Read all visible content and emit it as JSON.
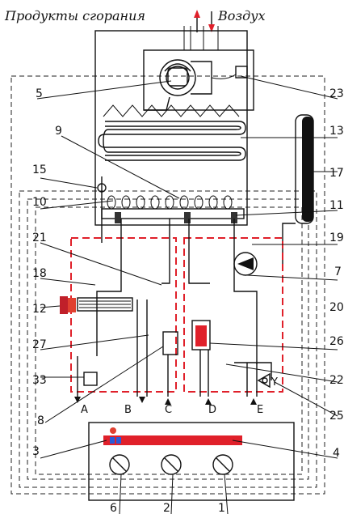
{
  "header": {
    "left": "Продукты сгорания",
    "right": "Воздух"
  },
  "parts": {
    "p5": "5",
    "p23": "23",
    "p9": "9",
    "p13": "13",
    "p15": "15",
    "p17": "17",
    "p10": "10",
    "p11": "11",
    "p21": "21",
    "p19": "19",
    "p18": "18",
    "p7": "7",
    "p12": "12",
    "p20": "20",
    "p27": "27",
    "p26": "26",
    "p33": "33",
    "p22": "22",
    "p8": "8",
    "p25": "25",
    "p3": "3",
    "p4": "4",
    "p6": "6",
    "p2": "2",
    "p1": "1"
  },
  "ports": {
    "a": "A",
    "b": "B",
    "c": "C",
    "d": "D",
    "e": "E"
  },
  "valve_mark": "Y",
  "colors": {
    "outline": "#111111",
    "hydraulic": "#e0202a",
    "display": "#e0202a",
    "display_icon": "#2a5ad8"
  }
}
